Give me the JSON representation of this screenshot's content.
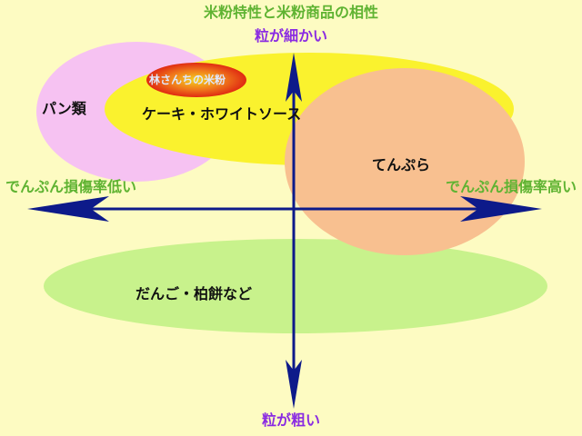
{
  "title": "米粉特性と米粉商品の相性",
  "axes": {
    "top": "粒が細かい",
    "bottom": "粒が粗い",
    "left": "でんぷん損傷率低い",
    "right": "でんぷん損傷率高い"
  },
  "regions": {
    "bread": "パン類",
    "cake": "ケーキ・ホワイトソース",
    "tempura": "てんぷら",
    "dango": "だんご・柏餅など",
    "highlight": "林さんちの米粉"
  },
  "colors": {
    "background": "#fdfbc2",
    "title": "#5fb332",
    "axis_label_vertical": "#8a2be2",
    "arrow": "#0d1a8a",
    "bread_region": "#f6c2f2",
    "cake_region": "#faf22e",
    "tempura_region": "#f8c090",
    "dango_region": "#c8f28c",
    "highlight_region": "#e8421c"
  }
}
